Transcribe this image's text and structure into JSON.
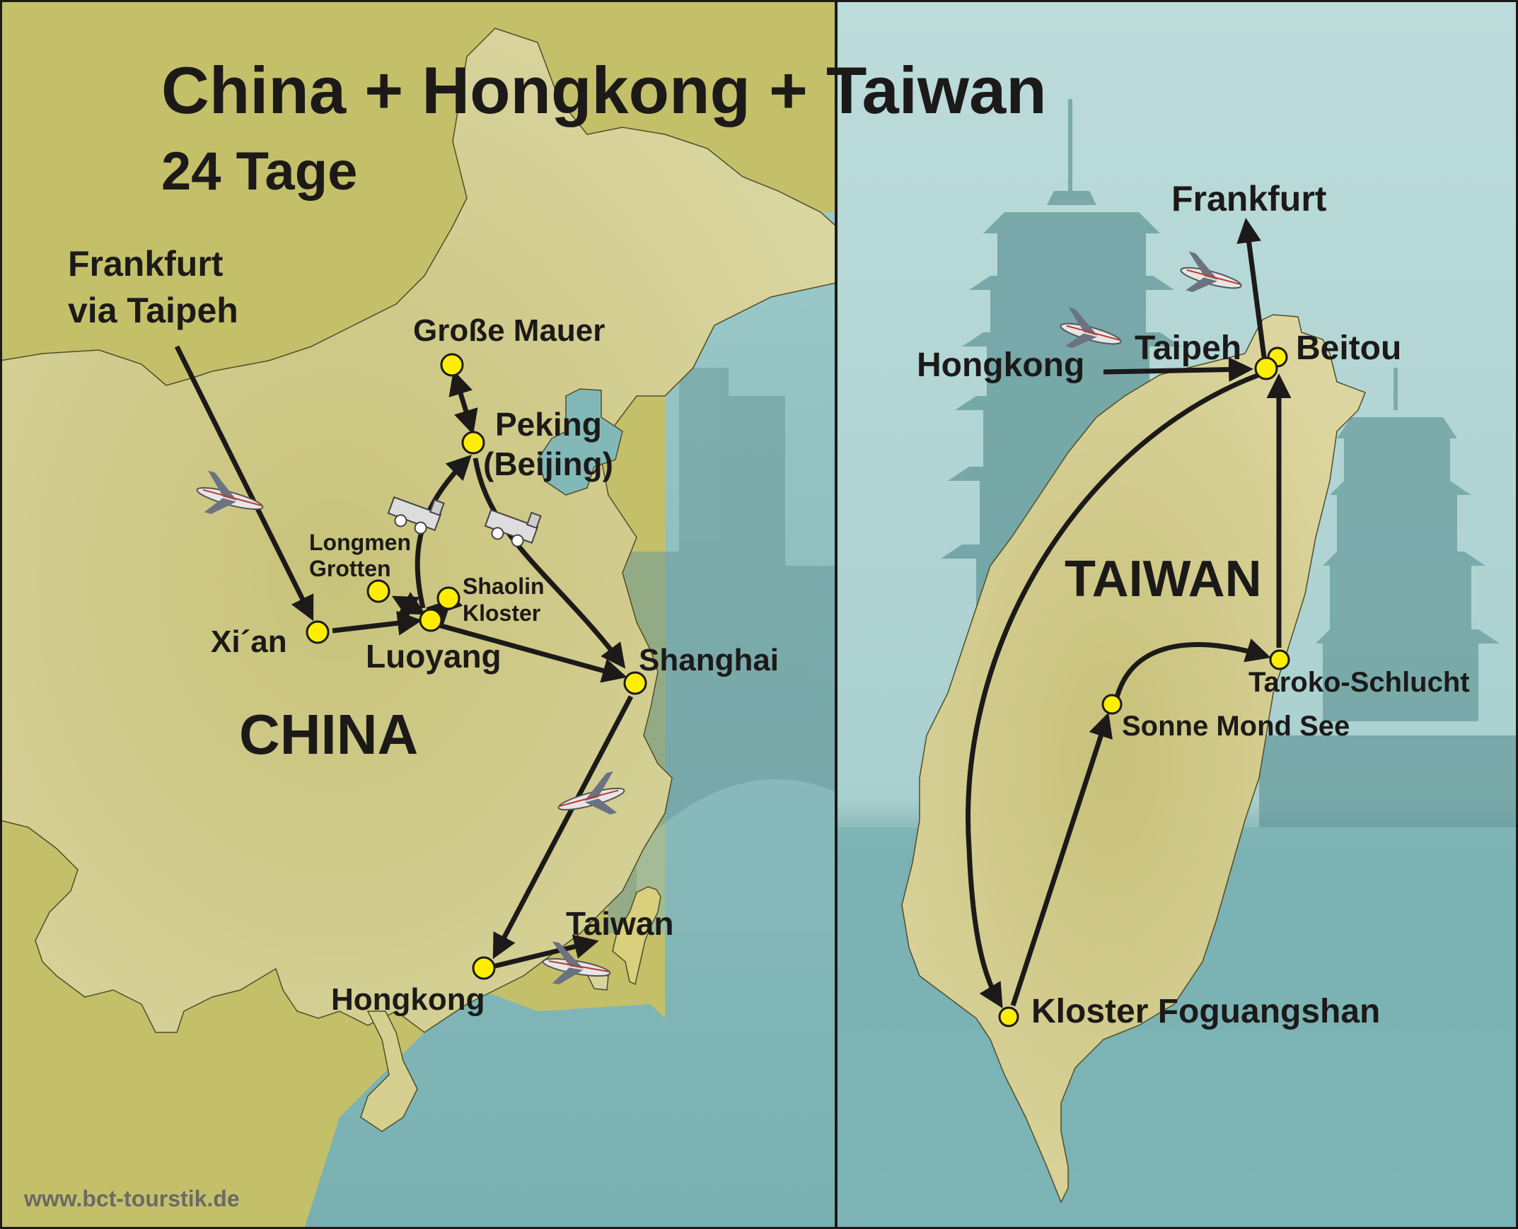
{
  "title": {
    "main": "China + Hongkong + Taiwan",
    "duration": "24 Tage"
  },
  "colors": {
    "land_dark": "#c4c06a",
    "land_light": "#d7d296",
    "sea": "#7fb5b6",
    "sky": "#b9dcdb",
    "text": "#1c1a19",
    "marker": "#ffee00",
    "watermark": "#6a6a66"
  },
  "left_map": {
    "country_label": "CHINA",
    "origin": {
      "line1": "Frankfurt",
      "line2": "via Taipeh"
    },
    "places": [
      {
        "id": "grosse-mauer",
        "label": "Große Mauer"
      },
      {
        "id": "peking",
        "label": "Peking",
        "label2": "(Beijing)"
      },
      {
        "id": "longmen",
        "label": "Longmen",
        "label2": "Grotten"
      },
      {
        "id": "shaolin",
        "label": "Shaolin",
        "label2": "Kloster"
      },
      {
        "id": "xian",
        "label": "Xi´an"
      },
      {
        "id": "luoyang",
        "label": "Luoyang"
      },
      {
        "id": "shanghai",
        "label": "Shanghai"
      },
      {
        "id": "hongkong",
        "label": "Hongkong"
      },
      {
        "id": "taiwan",
        "label": "Taiwan"
      }
    ],
    "transport_icons": [
      "plane-icon",
      "train-icon",
      "train-icon",
      "plane-icon",
      "plane-icon"
    ]
  },
  "right_map": {
    "country_label": "TAIWAN",
    "places": [
      {
        "id": "frankfurt",
        "label": "Frankfurt"
      },
      {
        "id": "hongkong",
        "label": "Hongkong"
      },
      {
        "id": "taipeh",
        "label": "Taipeh"
      },
      {
        "id": "beitou",
        "label": "Beitou"
      },
      {
        "id": "taroko",
        "label": "Taroko-Schlucht"
      },
      {
        "id": "sonne-mond-see",
        "label": "Sonne Mond See"
      },
      {
        "id": "foguangshan",
        "label": "Kloster Foguangshan"
      }
    ],
    "transport_icons": [
      "plane-icon",
      "plane-icon"
    ]
  },
  "watermark": "www.bct-tourstik.de"
}
